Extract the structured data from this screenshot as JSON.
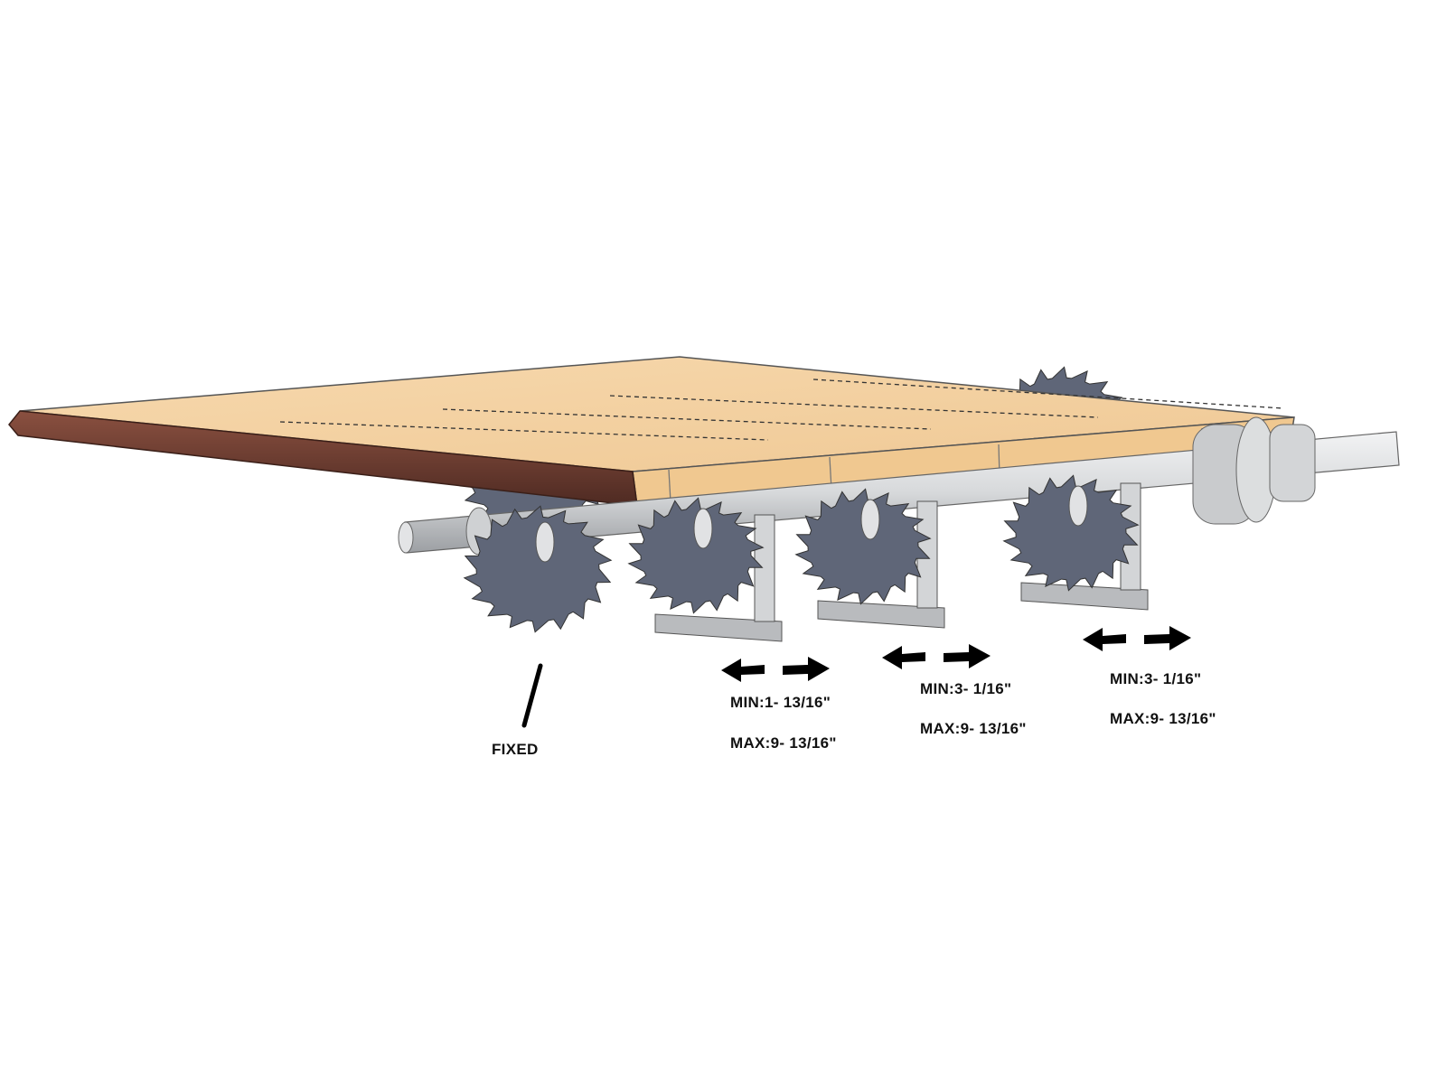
{
  "labels": {
    "fixed": "FIXED",
    "blade2": {
      "min": "MIN:1- 13/16\"",
      "max": "MAX:9- 13/16\""
    },
    "blade3": {
      "min": "MIN:3- 1/16\"",
      "max": "MAX:9- 13/16\""
    },
    "blade4": {
      "min": "MIN:3- 1/16\"",
      "max": "MAX:9- 13/16\""
    }
  },
  "colors": {
    "blade": "#5f6678",
    "wood": "#f3cf9e",
    "bark": "#6b3a2e",
    "shaft": "#d5d7d9"
  }
}
